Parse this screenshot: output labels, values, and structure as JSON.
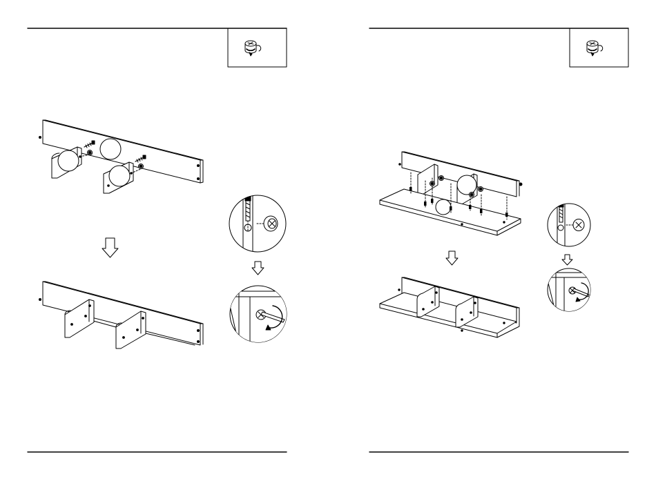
{
  "document": {
    "type": "assembly-instructions-spread",
    "pages": [
      {
        "side": "left",
        "hardware_box": {
          "icon": "cam-lock-icon"
        },
        "steps": [
          "exploded-view",
          "assembled-view"
        ],
        "detail_views": [
          "cam-insert-detail",
          "cam-tighten-detail"
        ]
      },
      {
        "side": "right",
        "hardware_box": {
          "icon": "cam-lock-icon"
        },
        "steps": [
          "exploded-view",
          "assembled-view"
        ],
        "detail_views": [
          "cam-insert-detail",
          "cam-tighten-detail"
        ]
      }
    ],
    "colors": {
      "line": "#000000",
      "background": "#ffffff"
    }
  }
}
